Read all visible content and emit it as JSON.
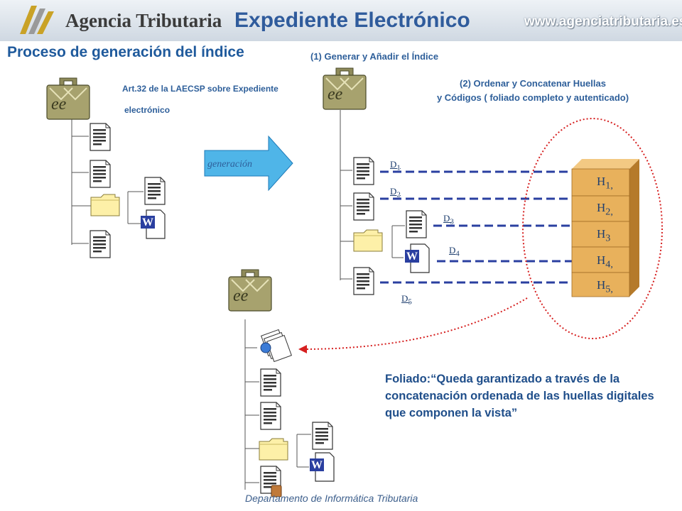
{
  "header": {
    "brand_name": "Agencia Tributaria",
    "title": "Expediente Electrónico",
    "website": "www.agenciatributaria.es"
  },
  "subtitle": "Proceso de generación del índice",
  "steps": {
    "step1": "(1) Generar y Añadir el Índice",
    "step2_line1": "(2) Ordenar y Concatenar Huellas",
    "step2_line2": "y Códigos ( foliado completo y autenticado)"
  },
  "law_ref": {
    "line1": "Art.32 de la LAECSP sobre Expediente",
    "line2": "electrónico"
  },
  "arrow_label": "generación",
  "folder_label": "ee",
  "documents": [
    {
      "main": "D",
      "sub": "1"
    },
    {
      "main": "D",
      "sub": "2"
    },
    {
      "main": "D",
      "sub": "3"
    },
    {
      "main": "D",
      "sub": "4"
    },
    {
      "main": "D",
      "sub": "5"
    }
  ],
  "hashes": [
    {
      "main": "H",
      "sub": "1,"
    },
    {
      "main": "H",
      "sub": "2,"
    },
    {
      "main": "H",
      "sub": "3"
    },
    {
      "main": "H",
      "sub": "4,"
    },
    {
      "main": "H",
      "sub": "5,"
    }
  ],
  "foliado_text": "Foliado:“Queda garantizado a través de la concatenación ordenada de las huellas digitales que componen la vista”",
  "footer": "Departamento de Informática Tributaria",
  "colors": {
    "accent_blue": "#2f5b9c",
    "dash_blue": "#2a3fa0",
    "hash_block": "#e8b15c",
    "ellipse_red": "#d62020",
    "folder_yellow": "#fdf0a8"
  }
}
